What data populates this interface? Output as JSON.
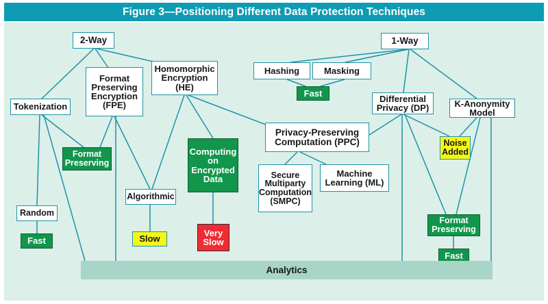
{
  "figure": {
    "title": "Figure 3—Positioning Different Data Protection Techniques",
    "title_bar_color": "#0d9cb3",
    "canvas_color": "#dcefe9",
    "edge_color": "#1d93a8"
  },
  "legend_colors": {
    "white_box_border": "#1d93a8",
    "green": "#11964c",
    "yellow": "#f7f715",
    "red": "#ef2c32",
    "band": "#a9d5c9"
  },
  "nodes": {
    "two_way": {
      "label": "2-Way",
      "kind": "white"
    },
    "fpe": {
      "label": "Format\nPreserving\nEncryption\n(FPE)",
      "kind": "white"
    },
    "he": {
      "label": "Homomorphic\nEncryption\n(HE)",
      "kind": "white"
    },
    "tokenization": {
      "label": "Tokenization",
      "kind": "white"
    },
    "format_preserving_left": {
      "label": "Format\nPreserving",
      "kind": "green"
    },
    "algorithmic": {
      "label": "Algorithmic",
      "kind": "white"
    },
    "computing_encrypted": {
      "label": "Computing\non\nEncrypted\nData",
      "kind": "green"
    },
    "random": {
      "label": "Random",
      "kind": "white"
    },
    "fast_left": {
      "label": "Fast",
      "kind": "green"
    },
    "slow": {
      "label": "Slow",
      "kind": "yellow"
    },
    "very_slow": {
      "label": "Very\nSlow",
      "kind": "red"
    },
    "one_way": {
      "label": "1-Way",
      "kind": "white"
    },
    "hashing": {
      "label": "Hashing",
      "kind": "white"
    },
    "masking": {
      "label": "Masking",
      "kind": "white"
    },
    "fast_top": {
      "label": "Fast",
      "kind": "green"
    },
    "ppc": {
      "label": "Privacy-Preserving\nComputation (PPC)",
      "kind": "white"
    },
    "smpc": {
      "label": "Secure\nMultiparty\nComputation\n(SMPC)",
      "kind": "white"
    },
    "ml": {
      "label": "Machine\nLearning (ML)",
      "kind": "white"
    },
    "dp": {
      "label": "Differential\nPrivacy (DP)",
      "kind": "white"
    },
    "k_anonymity": {
      "label": "K-Anonymity\nModel",
      "kind": "white"
    },
    "noise_added": {
      "label": "Noise\nAdded",
      "kind": "yellow"
    },
    "format_preserving_right": {
      "label": "Format\nPreserving",
      "kind": "green"
    },
    "fast_right": {
      "label": "Fast",
      "kind": "green"
    },
    "analytics": {
      "label": "Analytics",
      "kind": "band"
    }
  },
  "edges": [
    {
      "from": "two_way",
      "to": "tokenization"
    },
    {
      "from": "two_way",
      "to": "fpe"
    },
    {
      "from": "two_way",
      "to": "he"
    },
    {
      "from": "tokenization",
      "to": "random"
    },
    {
      "from": "tokenization",
      "to": "format_preserving_left"
    },
    {
      "from": "tokenization",
      "to": "analytics"
    },
    {
      "from": "fpe",
      "to": "format_preserving_left"
    },
    {
      "from": "fpe",
      "to": "algorithmic"
    },
    {
      "from": "fpe",
      "to": "analytics"
    },
    {
      "from": "he",
      "to": "algorithmic"
    },
    {
      "from": "he",
      "to": "computing_encrypted"
    },
    {
      "from": "he",
      "to": "ppc"
    },
    {
      "from": "random",
      "to": "fast_left"
    },
    {
      "from": "algorithmic",
      "to": "slow"
    },
    {
      "from": "computing_encrypted",
      "to": "very_slow"
    },
    {
      "from": "one_way",
      "to": "hashing"
    },
    {
      "from": "one_way",
      "to": "masking"
    },
    {
      "from": "one_way",
      "to": "dp"
    },
    {
      "from": "one_way",
      "to": "k_anonymity"
    },
    {
      "from": "hashing",
      "to": "fast_top"
    },
    {
      "from": "masking",
      "to": "fast_top"
    },
    {
      "from": "dp",
      "to": "ppc"
    },
    {
      "from": "dp",
      "to": "noise_added"
    },
    {
      "from": "dp",
      "to": "format_preserving_right"
    },
    {
      "from": "dp",
      "to": "analytics"
    },
    {
      "from": "ppc",
      "to": "smpc"
    },
    {
      "from": "ppc",
      "to": "ml"
    },
    {
      "from": "k_anonymity",
      "to": "noise_added"
    },
    {
      "from": "k_anonymity",
      "to": "format_preserving_right"
    },
    {
      "from": "k_anonymity",
      "to": "analytics"
    },
    {
      "from": "format_preserving_right",
      "to": "fast_right"
    }
  ]
}
